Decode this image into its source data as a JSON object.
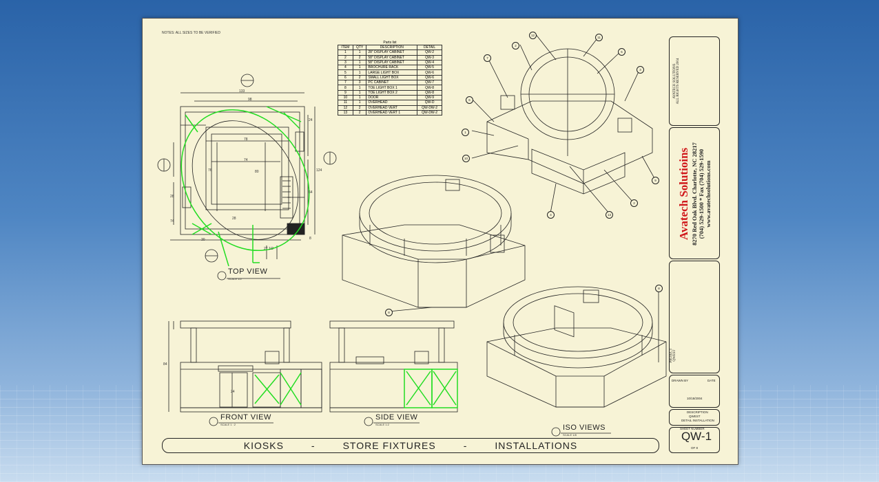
{
  "sheet_header_note": "NOTES: ALL SIZES TO BE VERIFIED",
  "parts_list": {
    "title": "Parts list",
    "columns": [
      "ITEM",
      "QTY",
      "DESCRIPTION",
      "DETAIL"
    ],
    "rows": [
      [
        "1",
        "1",
        "28\" DISPLAY CABINET",
        "QW-2"
      ],
      [
        "2",
        "2",
        "58\" DISPLAY CABINET",
        "QW-3"
      ],
      [
        "3",
        "1",
        "58\" DISPLAY CABINET",
        "QW-4"
      ],
      [
        "4",
        "1",
        "BROCHURE RACK",
        "QW-5"
      ],
      [
        "5",
        "1",
        "LARGE LIGHT BOX",
        "QW-6"
      ],
      [
        "6",
        "2",
        "SMALL LIGHT BOX",
        "QW-6"
      ],
      [
        "7",
        "3",
        "PC CABINET",
        "QW-7"
      ],
      [
        "8",
        "1",
        "TOE LIGHT BOX 1",
        "QW-8"
      ],
      [
        "9",
        "1",
        "TOE LIGHT BOX 2",
        "QW-8"
      ],
      [
        "10",
        "1",
        "DOOR",
        "QW-9"
      ],
      [
        "11",
        "1",
        "OVERHEAD",
        "QW-D"
      ],
      [
        "12",
        "2",
        "OVERHEAD VERT",
        "QW-DW-2"
      ],
      [
        "13",
        "2",
        "OVERHEAD VERT 1",
        "QW-DW-2"
      ]
    ]
  },
  "views": {
    "top": {
      "label": "TOP VIEW",
      "scale": "SCALE 1/2"
    },
    "front": {
      "label": "FRONT VIEW",
      "scale": "SCALE 1 : 2"
    },
    "side": {
      "label": "SIDE VIEW",
      "scale": "SCALE 1:2"
    },
    "iso": {
      "label": "ISO VIEWS",
      "scale": "SCALE 1/8"
    }
  },
  "dimensions": {
    "top_width": "133",
    "inner_width": "98",
    "w78": "78",
    "w74": "74",
    "h80": "80",
    "h76": "76",
    "right_124": "124",
    "right_24": "24",
    "right_64": "64",
    "r28": "28",
    "r74": "74",
    "bot_8": "8",
    "bot_30": "30",
    "bot_27": "27 1/2",
    "bot_28": "28",
    "front_height": "84",
    "front_24": "24"
  },
  "banner": {
    "part1": "KIOSKS",
    "dash1": "-",
    "part2": "STORE FIXTURES",
    "dash2": "-",
    "part3": "INSTALLATIONS"
  },
  "title_block": {
    "company_name": "Avatech Solutioins",
    "address": "8270 Red Oak Blvd. Charlotte, NC 28217",
    "phone": "(704) 529-1500 * Fax (704) 529-1590",
    "website": "www.avatechsolutions.com",
    "rights_line1": "AVATECH SOLUTIONS",
    "rights_line2": "ALL RIGHTS RESERVED 2004",
    "project_label": "PROJECT",
    "project_name": "QWEST",
    "drawn_by_label": "DRAWN BY",
    "date_label": "DATE",
    "date_value": "10/18/2004",
    "description_label": "DESCRIPTION",
    "description_value": "QWEST",
    "detail_label": "DETAIL INSTALLATION",
    "sheet_label": "SHEET NUMBER",
    "sheet_number": "QW-1",
    "sheet_of": "OF 8"
  },
  "callouts": [
    "1",
    "2",
    "3",
    "4",
    "5",
    "6",
    "7",
    "8",
    "9",
    "10",
    "11",
    "12",
    "13"
  ],
  "colors": {
    "sheet": "#f7f3d6",
    "line": "#222222",
    "highlight": "#22dd22",
    "brand_red": "#d0181b"
  }
}
